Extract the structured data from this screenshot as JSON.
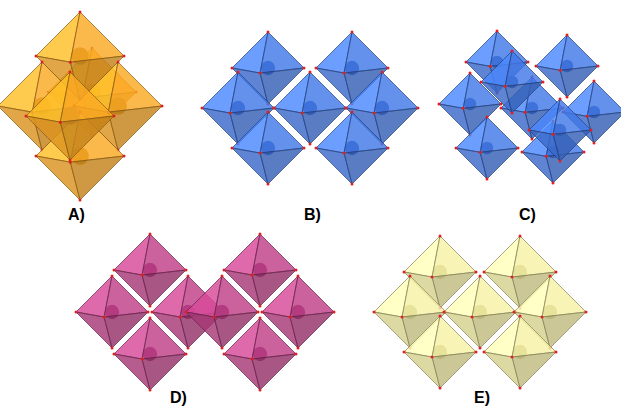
{
  "diagram": {
    "labels": [
      "A)",
      "B)",
      "C)",
      "D)",
      "E)"
    ]
  }
}
